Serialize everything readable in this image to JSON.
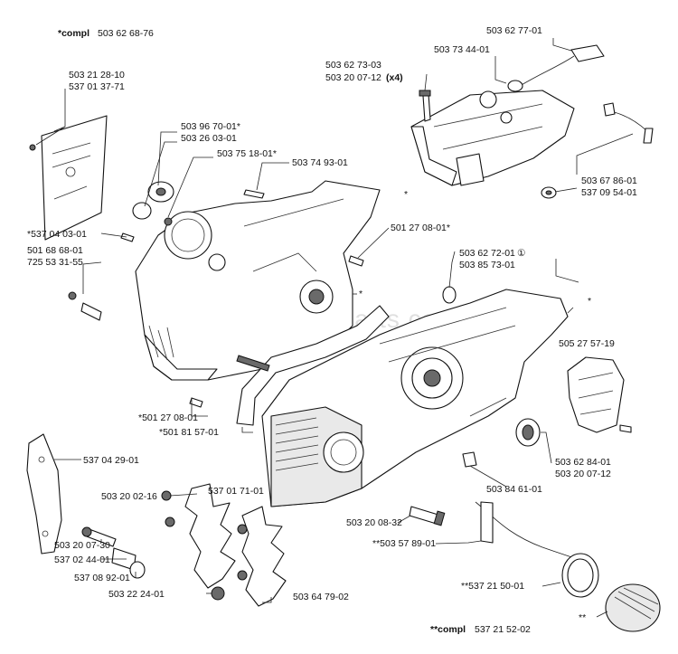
{
  "header": {
    "compl_prefix": "*compl",
    "compl_number": "503 62 68-76"
  },
  "footer": {
    "compl_prefix": "**compl",
    "compl_number": "537 21 52-02"
  },
  "watermark": "eReplacementParts.com",
  "labels": {
    "l_503212810": "503 21 28-10",
    "l_537013771": "537 01 37-71",
    "l_503967001": "503 96 70-01*",
    "l_503260301": "503 26 03-01",
    "l_503751801": "503 75 18-01*",
    "l_503749301": "503 74 93-01",
    "l_537040301": "*537 04 03-01",
    "l_501686801": "501 68 68-01",
    "l_725533155": "725 53 31-55",
    "l_503627703": "503 62 73-03",
    "l_503200712x4": "503 20 07-12",
    "l_x4": "(x4)",
    "l_503734401": "503 73 44-01",
    "l_503627701": "503 62 77-01",
    "l_503678601": "503 67 86-01",
    "l_537095401": "537 09 54-01",
    "l_501270801star": "501 27 08-01*",
    "l_503627201": "503 62 72-01",
    "l_circled1": "①",
    "l_503857301": "503 85 73-01",
    "l_505275719": "505 27 57-19",
    "l_501270801b": "*501 27 08-01",
    "l_501815701": "*501 81 57-01",
    "l_537042901": "537 04 29-01",
    "l_503200216": "503 20 02-16",
    "l_537017101": "537 01 71-01",
    "l_503200730": "503 20 07-30",
    "l_537024401": "537 02 44-01",
    "l_537089201": "537 08 92-01",
    "l_503222401": "503 22 24-01",
    "l_503647902": "503 64 79-02",
    "l_503628401": "503 62 84-01",
    "l_503200712": "503 20 07-12",
    "l_503846101": "503 84 61-01",
    "l_503200832": "503 20 08-32",
    "l_503578901": "**503 57 89-01",
    "l_537215001": "**537 21 50-01",
    "l_dblstar": "**",
    "star": "*"
  }
}
